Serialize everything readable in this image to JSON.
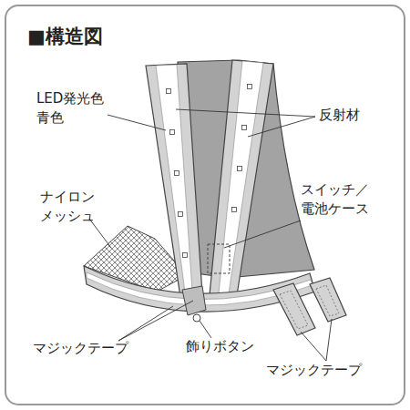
{
  "diagram": {
    "title": "■構造図",
    "labels": [
      "LED発光色 青色",
      "反射材",
      "ナイロン メッシュ",
      "スイッチ／ 電池ケース",
      "マジックテープ",
      "飾りボタン",
      "マジックテープ"
    ]
  }
}
